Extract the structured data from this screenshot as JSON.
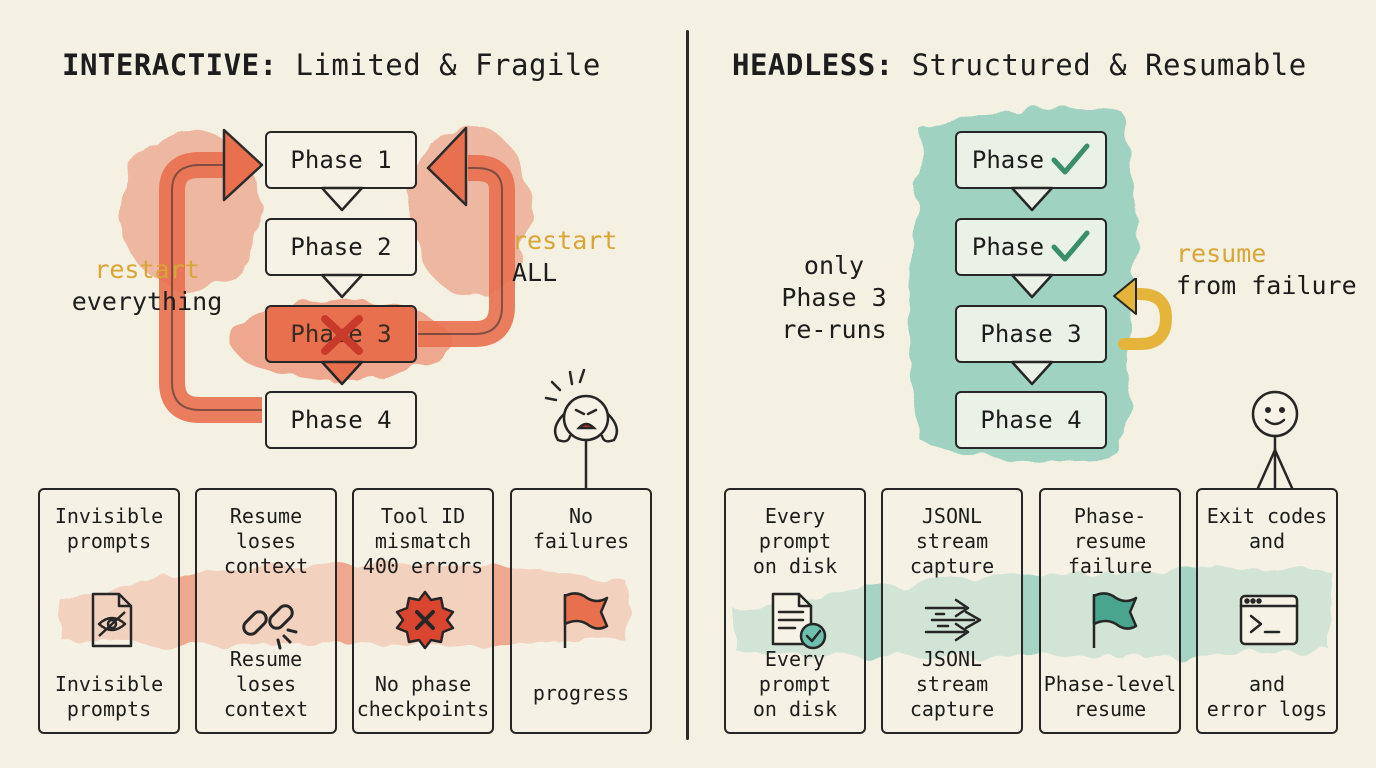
{
  "left": {
    "title_bold": "INTERACTIVE:",
    "title_rest": " Limited & Fragile",
    "phases": [
      "Phase 1",
      "Phase 2",
      "Phase 3",
      "Phase 4"
    ],
    "note_left_highlight": "restart",
    "note_left_text": "everything",
    "note_right_highlight": "restart",
    "note_right_text": "ALL",
    "cards": [
      {
        "top": "Invisible\nprompts",
        "bottom": "Invisible\nprompts",
        "icon": "hidden-file-icon"
      },
      {
        "top": "Resume\nloses\ncontext",
        "bottom": "Resume\nloses\ncontext",
        "icon": "broken-link-icon"
      },
      {
        "top": "Tool ID\nmismatch\n400 errors",
        "bottom": "No phase\ncheckpoints",
        "icon": "error-badge-icon"
      },
      {
        "top": "No\nfailures",
        "bottom": "progress",
        "icon": "flag-icon"
      }
    ]
  },
  "right": {
    "title_bold": "HEADLESS:",
    "title_rest": " Structured & Resumable",
    "phases": [
      "Phase",
      "Phase",
      "Phase 3",
      "Phase 4"
    ],
    "note_left": [
      "only",
      "Phase 3",
      "re-runs"
    ],
    "note_right_highlight": "resume",
    "note_right_text": "from failure",
    "cards": [
      {
        "top": "Every\nprompt\non disk",
        "bottom": "Every prompt\non disk",
        "icon": "document-check-icon"
      },
      {
        "top": "JSONL\nstream\ncapture",
        "bottom": "JSONL\nstream\ncapture",
        "icon": "stream-arrows-icon"
      },
      {
        "top": "Phase-\nresume\nfailure",
        "bottom": "Phase-level\nresume",
        "icon": "flag-icon"
      },
      {
        "top": "Exit codes\nand",
        "bottom": "and\nerror logs",
        "icon": "terminal-icon"
      }
    ]
  },
  "colors": {
    "background": "#f4f0e2",
    "failure_red": "#e8704f",
    "success_teal": "#6fbfae",
    "highlight_yellow": "#d9a536",
    "ink": "#1d1d1d"
  }
}
